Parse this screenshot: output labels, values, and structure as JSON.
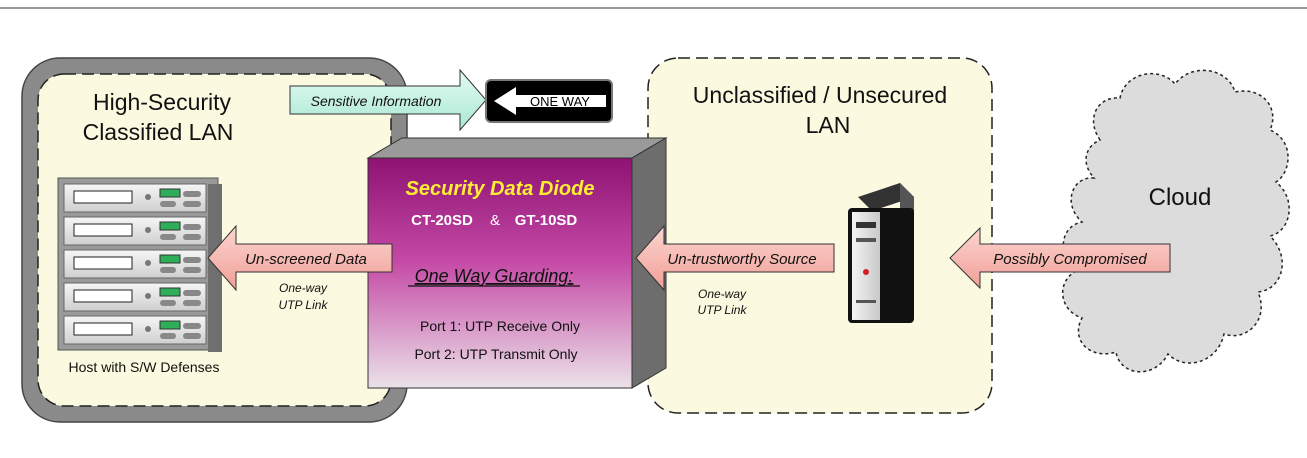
{
  "high_security_lan": {
    "title_line1": "High-Security",
    "title_line2": "Classified LAN",
    "host_label": "Host with S/W Defenses"
  },
  "unclassified_lan": {
    "title_line1": "Unclassified / Unsecured",
    "title_line2": "LAN"
  },
  "cloud": {
    "label": "Cloud"
  },
  "top_flow": {
    "sensitive_label": "Sensitive Information",
    "sign_text": "ONE WAY"
  },
  "diode": {
    "title": "Security Data Diode",
    "model_a": "CT-20SD",
    "ampersand": "&",
    "model_b": "GT-10SD",
    "guarding": "One Way Guarding:",
    "port1": "Port 1:  UTP Receive Only",
    "port2": "Port 2:  UTP Transmit Only"
  },
  "arrows": {
    "unscreened": "Un-screened Data",
    "untrustworthy": "Un-trustworthy Source",
    "compromised": "Possibly Compromised"
  },
  "links": {
    "left_line1": "One-way",
    "left_line2": "UTP  Link",
    "right_line1": "One-way",
    "right_line2": "UTP  Link"
  },
  "colors": {
    "lan_fill": "#fbfae0",
    "frame_gray": "#8a8a8a",
    "diode_magenta": "#9c1f7f",
    "diode_title": "#ffee33",
    "arrow_pink": "#f5b8b2",
    "arrow_teal": "#c9f2e3",
    "cloud_fill": "#dcdcdc"
  }
}
